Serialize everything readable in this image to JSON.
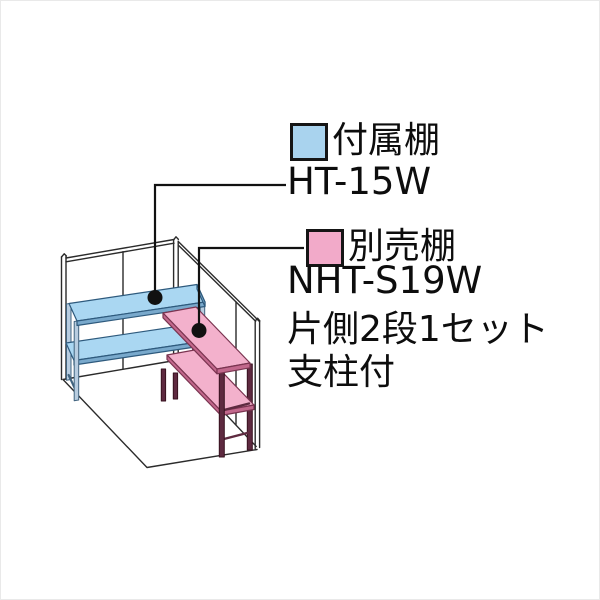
{
  "title": "shed-shelf-configuration-diagram",
  "legend": {
    "included": {
      "label": "付属棚",
      "model": "HT-15W"
    },
    "optional": {
      "label": "別売棚",
      "model": "NHT-S19W",
      "note1": "片側2段1セット",
      "note2": "支柱付"
    }
  },
  "colors": {
    "swatch_blue": "#a9d3ee",
    "swatch_pink": "#f2aac9",
    "shelf_blue": "#aad7f2",
    "shelf_blue_edge": "#79a9cc",
    "shelf_blue_leg": "#b8cde0",
    "shelf_pink": "#f3b1cc",
    "shelf_pink_edge": "#c2688c",
    "shelf_pink_post": "#5e2a40",
    "wall_line": "#2b2b2b",
    "marker": "#111111"
  },
  "markers": {
    "included_shelf_marker": "dot-on-blue-top-shelf",
    "optional_shelf_marker": "dot-on-pink-top-shelf"
  }
}
